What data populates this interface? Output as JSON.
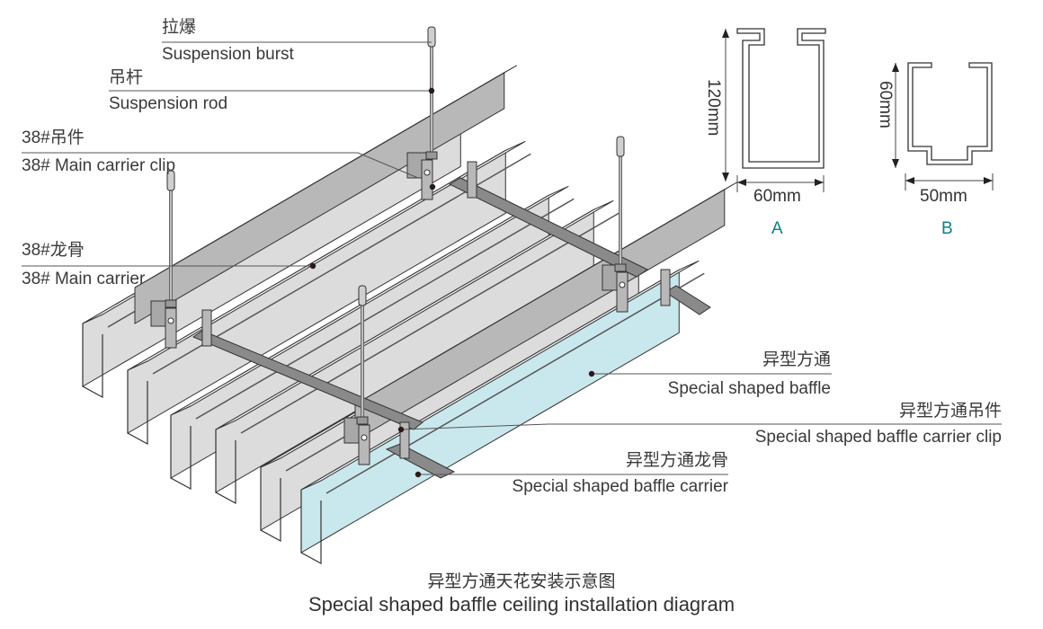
{
  "labels": {
    "suspension_burst": {
      "cn": "拉爆",
      "en": "Suspension burst"
    },
    "suspension_rod": {
      "cn": "吊杆",
      "en": "Suspension rod"
    },
    "main_carrier_clip": {
      "cn": "38#吊件",
      "en": "38# Main carrier clip"
    },
    "main_carrier": {
      "cn": "38#龙骨",
      "en": "38# Main carrier"
    },
    "baffle": {
      "cn": "异型方通",
      "en": "Special shaped baffle"
    },
    "baffle_carrier_clip": {
      "cn": "异型方通吊件",
      "en": "Special shaped baffle carrier clip"
    },
    "baffle_carrier": {
      "cn": "异型方通龙骨",
      "en": "Special shaped baffle carrier"
    }
  },
  "profiles": {
    "A": {
      "letter": "A",
      "height": "120mm",
      "width": "60mm"
    },
    "B": {
      "letter": "B",
      "height": "60mm",
      "width": "50mm"
    }
  },
  "caption": {
    "cn": "异型方通天花安装示意图",
    "en": "Special shaped baffle ceiling installation diagram"
  },
  "colors": {
    "baffle_fill": "#dcdcdc",
    "highlight_baffle_fill": "#c9e8ee",
    "carrier_fill": "#8a8a8a",
    "clip_fill": "#b8b8b8",
    "line": "#333333",
    "profile_letter": "#0e7f86"
  }
}
